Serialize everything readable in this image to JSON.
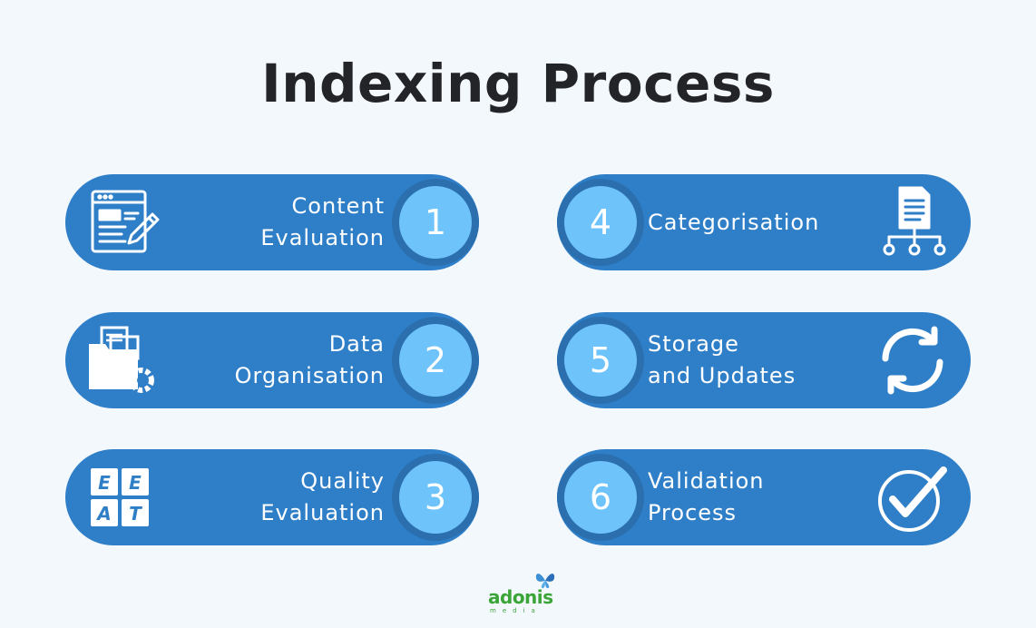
{
  "title": "Indexing Process",
  "colors": {
    "background": "#f3f8fd",
    "pill": "#2f7fc8",
    "badge_ring": "#2b6fae",
    "badge": "#6ec3fb",
    "title": "#222428",
    "logo": "#3aa536"
  },
  "steps": [
    {
      "number": "1",
      "line1": "Content",
      "line2": "Evaluation",
      "icon": "browser-edit-icon"
    },
    {
      "number": "2",
      "line1": "Data",
      "line2": "Organisation",
      "icon": "folder-gear-icon"
    },
    {
      "number": "3",
      "line1": "Quality",
      "line2": "Evaluation",
      "icon": "eeat-grid-icon"
    },
    {
      "number": "4",
      "line1": "Categorisation",
      "line2": "",
      "icon": "document-tree-icon"
    },
    {
      "number": "5",
      "line1": "Storage",
      "line2": "and Updates",
      "icon": "refresh-icon"
    },
    {
      "number": "6",
      "line1": "Validation",
      "line2": "Process",
      "icon": "checkmark-circle-icon"
    }
  ],
  "eeat_letters": [
    "E",
    "E",
    "A",
    "T"
  ],
  "logo": {
    "word": "adonis",
    "sub": "media"
  }
}
